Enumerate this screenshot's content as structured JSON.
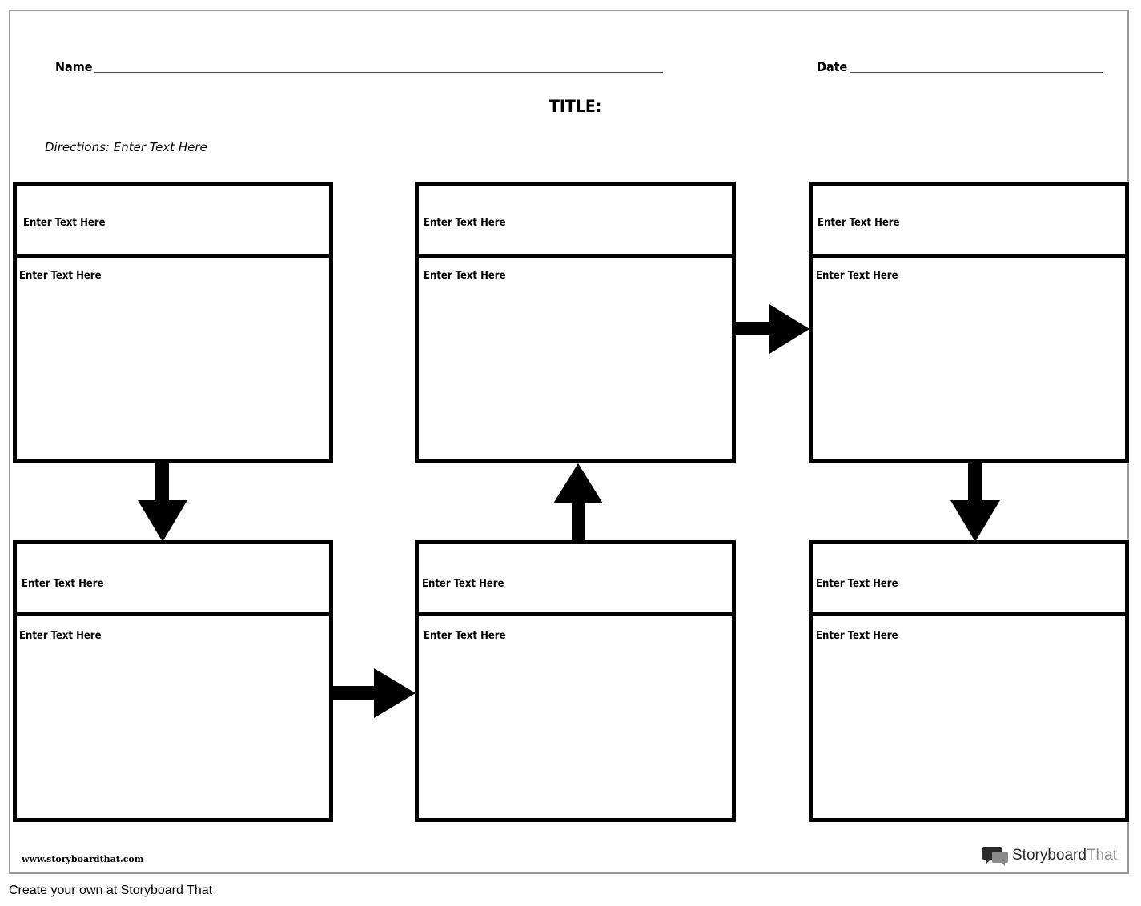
{
  "header": {
    "name_label": "Name",
    "date_label": "Date",
    "title_label": "TITLE:",
    "directions": "Directions: Enter Text Here"
  },
  "boxes": [
    {
      "heading": "Enter Text Here",
      "body": "Enter Text Here"
    },
    {
      "heading": "Enter Text Here",
      "body": "Enter Text Here"
    },
    {
      "heading": "Enter Text Here",
      "body": "Enter Text Here"
    },
    {
      "heading": "Enter Text Here",
      "body": "Enter Text Here"
    },
    {
      "heading": "Enter Text Here",
      "body": "Enter Text Here"
    },
    {
      "heading": "Enter Text Here",
      "body": "Enter Text Here"
    }
  ],
  "footer": {
    "url": "www.storyboardthat.com",
    "brand_main": "Storyboard",
    "brand_light": "That",
    "caption": "Create your own at Storyboard That"
  },
  "colors": {
    "ink": "#000000",
    "sheet_border": "#9a9a9a",
    "brand_dark": "#2b2b2b",
    "brand_light": "#8a8a8a"
  }
}
